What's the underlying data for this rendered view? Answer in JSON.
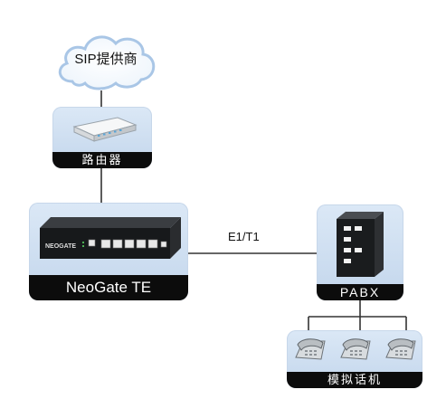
{
  "colors": {
    "node_background": "#cfdff1",
    "label_bar": "#0c0c0c",
    "label_text": "#ffffff",
    "wire": "#333333",
    "cloud_outline": "#a9c6e6"
  },
  "cloud": {
    "label": "SIP提供商",
    "icon": "cloud-icon"
  },
  "router": {
    "label": "路由器",
    "icon": "router-icon"
  },
  "neogate": {
    "label": "NeoGate TE",
    "icon": "gateway-device-icon",
    "brand": "NEOGATE"
  },
  "pabx": {
    "label": "PABX",
    "icon": "server-tower-icon"
  },
  "phones": {
    "label": "模拟话机",
    "icon": "telephone-icon"
  },
  "links": {
    "gateway_pabx": "E1/T1"
  }
}
